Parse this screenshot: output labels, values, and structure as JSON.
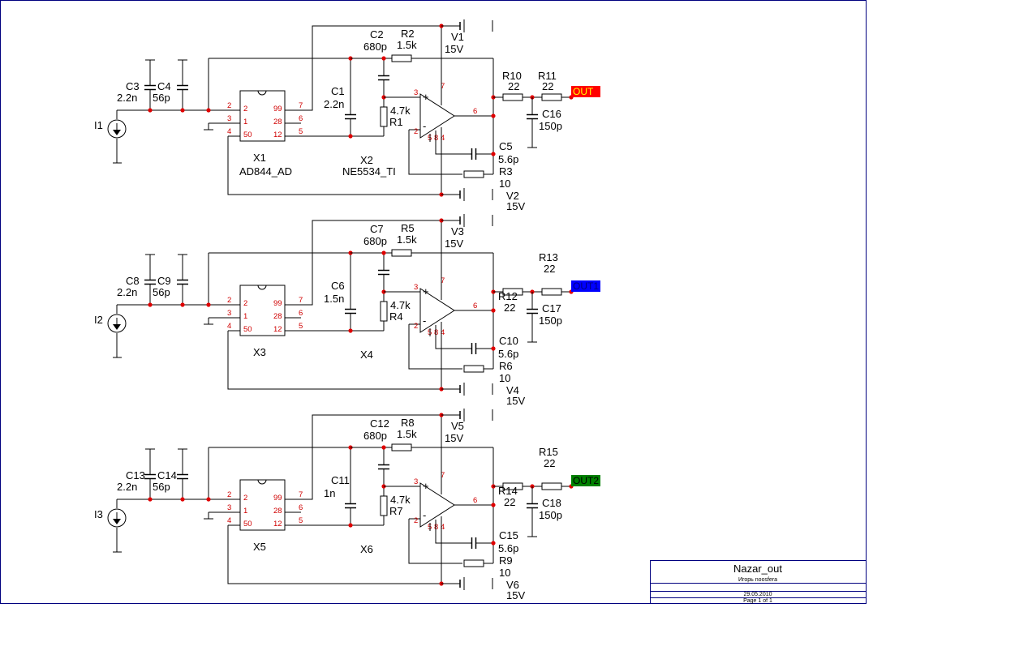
{
  "stages": [
    {
      "source": "I1",
      "caps_in": [
        "C3",
        "2.2n",
        "C4",
        "56p"
      ],
      "x_buf": "X1",
      "x_buf_model": "AD844_AD",
      "c_comp": [
        "C1",
        "2.2n"
      ],
      "x_amp": "X2",
      "x_amp_model": "NE5534_TI",
      "c_fb": [
        "C2",
        "680p"
      ],
      "r_fb": [
        "R2",
        "1.5k"
      ],
      "r_in": [
        "4.7k",
        "R1"
      ],
      "c_bal": [
        "C5",
        "5.6p"
      ],
      "r_bal": [
        "R3",
        "10"
      ],
      "v_pos": [
        "V1",
        "15V"
      ],
      "v_neg": [
        "V2",
        "15V"
      ],
      "r_out1": [
        "R10",
        "22"
      ],
      "r_out2": [
        "R11",
        "22"
      ],
      "c_out": [
        "C16",
        "150p"
      ],
      "port": "OUT"
    },
    {
      "source": "I2",
      "caps_in": [
        "C8",
        "2.2n",
        "C9",
        "56p"
      ],
      "x_buf": "X3",
      "x_buf_model": "",
      "c_comp": [
        "C6",
        "1.5n"
      ],
      "x_amp": "X4",
      "x_amp_model": "",
      "c_fb": [
        "C7",
        "680p"
      ],
      "r_fb": [
        "R5",
        "1.5k"
      ],
      "r_in": [
        "4.7k",
        "R4"
      ],
      "c_bal": [
        "C10",
        "5.6p"
      ],
      "r_bal": [
        "R6",
        "10"
      ],
      "v_pos": [
        "V3",
        "15V"
      ],
      "v_neg": [
        "V4",
        "15V"
      ],
      "r_out1": [
        "R12",
        "22"
      ],
      "r_out2": [
        "R13",
        "22"
      ],
      "c_out": [
        "C17",
        "150p"
      ],
      "port": "OUT1"
    },
    {
      "source": "I3",
      "caps_in": [
        "C13",
        "2.2n",
        "C14",
        "56p"
      ],
      "x_buf": "X5",
      "x_buf_model": "",
      "c_comp": [
        "C11",
        "1n"
      ],
      "x_amp": "X6",
      "x_amp_model": "",
      "c_fb": [
        "C12",
        "680p"
      ],
      "r_fb": [
        "R8",
        "1.5k"
      ],
      "r_in": [
        "4.7k",
        "R7"
      ],
      "c_bal": [
        "C15",
        "5.6p"
      ],
      "r_bal": [
        "R9",
        "10"
      ],
      "v_pos": [
        "V5",
        "15V"
      ],
      "v_neg": [
        "V6",
        "15V"
      ],
      "r_out1": [
        "R14",
        "22"
      ],
      "r_out2": [
        "R15",
        "22"
      ],
      "c_out": [
        "C18",
        "150p"
      ],
      "port": "OUT2"
    }
  ],
  "ad844_pins_left": [
    "2",
    "3",
    "4"
  ],
  "ad844_pins_inner_left": [
    "2",
    "1",
    "50"
  ],
  "ad844_pins_inner_right": [
    "99",
    "28",
    "12"
  ],
  "ad844_pins_right": [
    "7",
    "6",
    "5"
  ],
  "opamp_pins": {
    "non_inv": "3",
    "inv": "2",
    "vpos": "7",
    "out": "6",
    "vneg": "4",
    "bal1": "5",
    "bal2": "8"
  },
  "opamp_signs": {
    "plus": "+",
    "minus": "-"
  },
  "port_colors": {
    "OUT": "#ff0000",
    "OUT1": "#0000ff",
    "OUT2": "#008000"
  },
  "title_block": {
    "title": "Nazar_out",
    "subtitle": "Игорь noosfera",
    "date": "29.05.2010",
    "page": "Page 1 of 1"
  }
}
